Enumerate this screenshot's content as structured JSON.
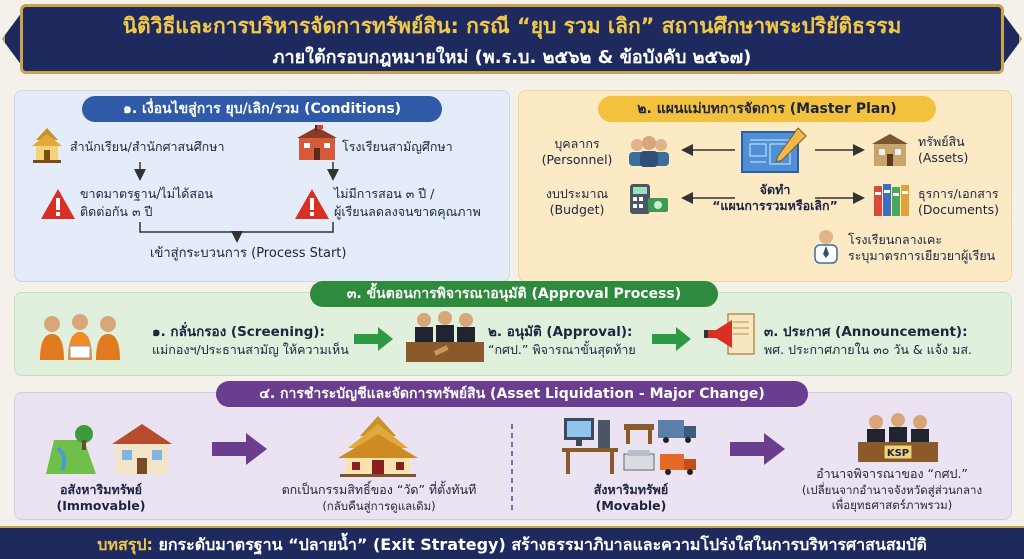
{
  "header": {
    "title_line1": "นิติวิธีและการบริหารจัดการทรัพย์สิน: กรณี “ยุบ รวม เลิก” สถานศึกษาพระปริยัติธรรม",
    "title_line2": "ภายใต้กรอบกฎหมายใหม่ (พ.ร.บ. ๒๕๖๒ & ข้อบังคับ ๒๕๖๗)"
  },
  "section1": {
    "title": "๑. เงื่อนไขสู่การ ยุบ/เลิก/รวม (Conditions)",
    "left_label": "สำนักเรียน/สำนักศาสนศึกษา",
    "left_cond_line1": "ขาดมาตรฐาน/ไม่ได้สอน",
    "left_cond_line2": "ติดต่อกัน ๓ ปี",
    "right_label": "โรงเรียนสามัญศึกษา",
    "right_cond_line1": "ไม่มีการสอน ๓ ปี /",
    "right_cond_line2": "ผู้เรียนลดลงจนขาดคุณภาพ",
    "process_start": "เข้าสู่กระบวนการ (Process Start)"
  },
  "section2": {
    "title": "๒. แผนแม่บทการจัดการ (Master Plan)",
    "personnel_th": "บุคลากร",
    "personnel_en": "(Personnel)",
    "budget_th": "งบประมาณ",
    "budget_en": "(Budget)",
    "center_line1": "จัดทำ",
    "center_line2": "“แผนการรวมหรือเลิก”",
    "assets_th": "ทรัพย์สิน",
    "assets_en": "(Assets)",
    "documents_th": "ธุรการ/เอกสาร",
    "documents_en": "(Documents)",
    "school_line1": "โรงเรียนกลางเคะ",
    "school_line2": "ระบุมาตรการเยียวยาผู้เรียน"
  },
  "section3": {
    "title": "๓. ขั้นตอนการพิจารณาอนุมัติ (Approval Process)",
    "step1_title": "๑. กลั่นกรอง (Screening):",
    "step1_desc": "แม่กองฯ/ประธานสามัญ ให้ความเห็น",
    "step2_title": "๒. อนุมัติ (Approval):",
    "step2_desc": "“กศป.” พิจารณาขั้นสุดท้าย",
    "step3_title": "๓. ประกาศ (Announcement):",
    "step3_desc": "พศ. ประกาศภายใน ๓๐ วัน & แจ้ง มส."
  },
  "section4": {
    "title": "๔. การชำระบัญชีและจัดการทรัพย์สิน (Asset Liquidation - Major Change)",
    "immovable_th": "อสังหาริมทรัพย์",
    "immovable_en": "(Immovable)",
    "temple_line1": "ตกเป็นกรรมสิทธิ์ของ “วัด” ที่ตั้งทันที",
    "temple_line2": "(กลับคืนสู่การดูแลเดิม)",
    "movable_th": "สังหาริมทรัพย์",
    "movable_en": "(Movable)",
    "ksp_sign": "KSP",
    "ksp_line1": "อำนาจพิจารณาของ “กศป.”",
    "ksp_line2": "(เปลี่ยนจากอำนาจจังหวัดสู่ส่วนกลาง",
    "ksp_line3": "เพื่อยุทธศาสตร์ภาพรวม)"
  },
  "footer": {
    "prefix": "บทสรุป:",
    "text": "ยกระดับมาตรฐาน “ปลายน้ำ” (Exit Strategy) สร้างธรรมาภิบาลและความโปร่งใสในการบริหารศาสนสมบัติ"
  },
  "colors": {
    "navy": "#1e2a5e",
    "gold": "#f2c84b",
    "section1": "#2f5aa8",
    "section2": "#f2c23f",
    "section3": "#2e8a3c",
    "section4": "#6a3d8f"
  }
}
